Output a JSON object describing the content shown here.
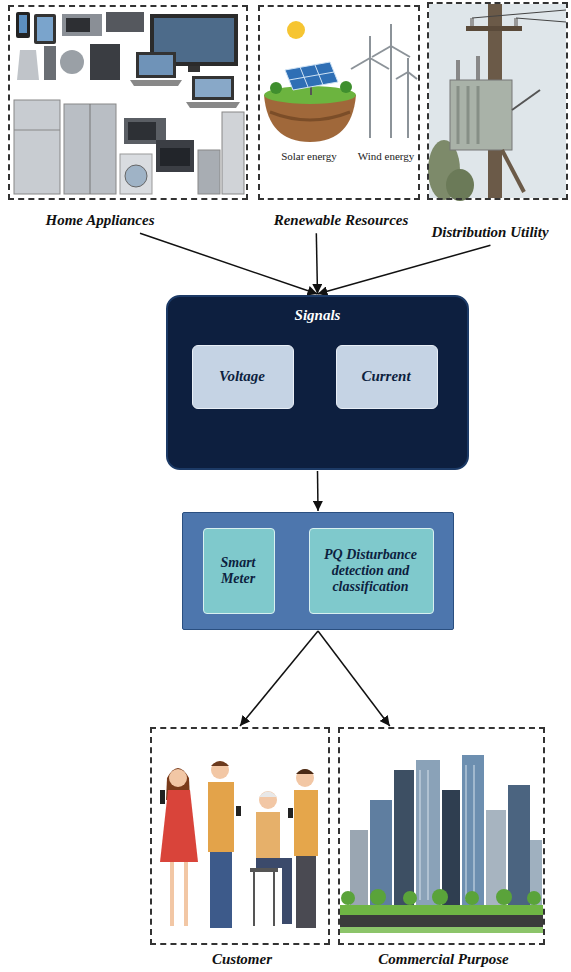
{
  "diagram": {
    "nodes": [
      {
        "text": [
          "Home Appliances"
        ]
      },
      {
        "text": [
          "Solar energy",
          "Wind energy",
          "Renewable Resources"
        ]
      },
      {
        "text": [
          "Distribution Utility"
        ]
      },
      {
        "text": [
          "Signals"
        ]
      },
      {
        "text": [
          "Voltage"
        ],
        "in": 3
      },
      {
        "text": [
          "Current"
        ],
        "in": 3
      },
      {
        "text": []
      },
      {
        "text": [
          "Smart Meter"
        ],
        "in": 6
      },
      {
        "text": [
          "PQ Disturbance detection and classification"
        ],
        "in": 6
      },
      {
        "text": [
          "Customer"
        ]
      },
      {
        "text": [
          "Commercial Purpose"
        ]
      }
    ],
    "edges": [
      {
        "from": 0,
        "to": 3,
        "arrow": "to"
      },
      {
        "from": 1,
        "to": 3,
        "arrow": "to"
      },
      {
        "from": 2,
        "to": 3,
        "arrow": "to"
      },
      {
        "from": 3,
        "to": 6,
        "arrow": "to"
      },
      {
        "from": 6,
        "to": 9,
        "arrow": "to"
      },
      {
        "from": 6,
        "to": 10,
        "arrow": "to"
      }
    ]
  }
}
